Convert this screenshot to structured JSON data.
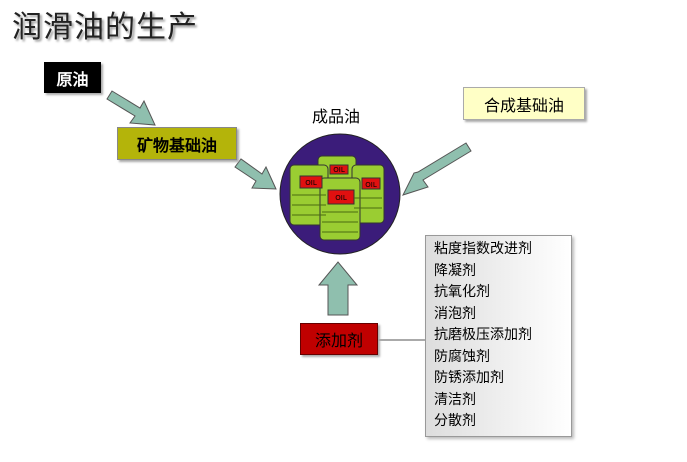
{
  "title": "润滑油的生产",
  "nodes": {
    "crude": "原油",
    "mineral": "矿物基础油",
    "synthetic": "合成基础油",
    "product": "成品油",
    "additive": "添加剂",
    "barrel_label": "OIL"
  },
  "additives": [
    "粘度指数改进剂",
    "降凝剂",
    "抗氧化剂",
    "消泡剂",
    "抗磨极压添加剂",
    "防腐蚀剂",
    "防锈添加剂",
    "清洁剂",
    "分散剂"
  ],
  "colors": {
    "arrow": "#8fbfae",
    "circle": "#3b1c7a",
    "barrel": "#9acd32",
    "label": "#e01010"
  }
}
